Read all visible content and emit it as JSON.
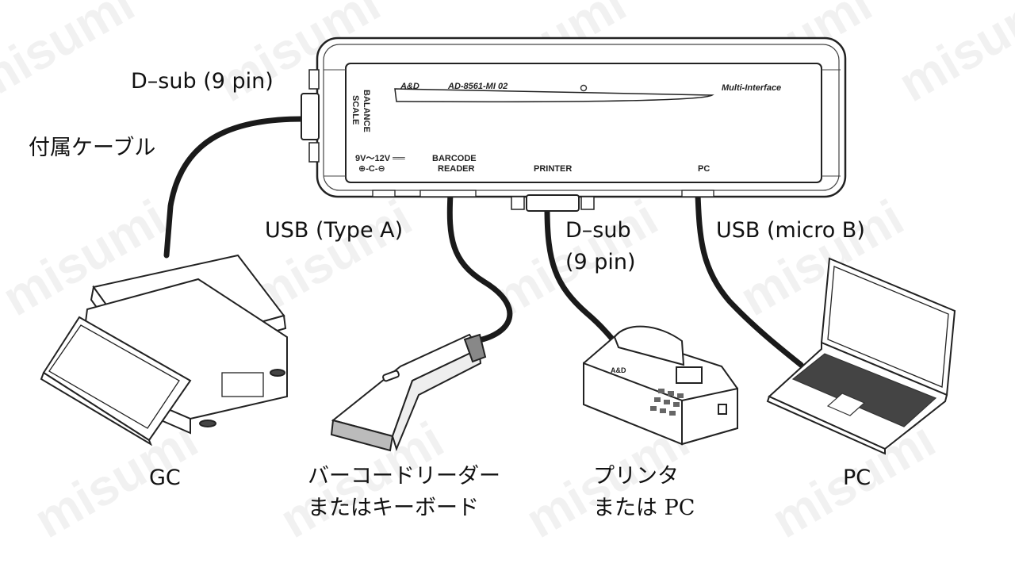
{
  "device": {
    "brand": "A&D",
    "model": "AD-8561-MI 02",
    "subtitle": "Multi-Interface",
    "port_balance": [
      "BALANCE",
      "SCALE"
    ],
    "port_power": "9V～12V ══",
    "port_polarity": "⊕-C-⊖",
    "port_barcode": [
      "BARCODE",
      "READER"
    ],
    "port_printer": "PRINTER",
    "port_pc": "PC"
  },
  "labels": {
    "dsub_left": "D–sub (9 pin)",
    "attached_cable": "付属ケーブル",
    "usb_type_a": "USB (Type A)",
    "dsub_bottom": [
      "D–sub",
      "(9 pin)"
    ],
    "usb_micro_b": "USB (micro B)",
    "gc": "GC",
    "barcode": [
      "バーコードリーダー",
      "またはキーボード"
    ],
    "printer": [
      "プリンタ",
      "または PC"
    ],
    "pc": "PC"
  },
  "watermark": "misumi"
}
